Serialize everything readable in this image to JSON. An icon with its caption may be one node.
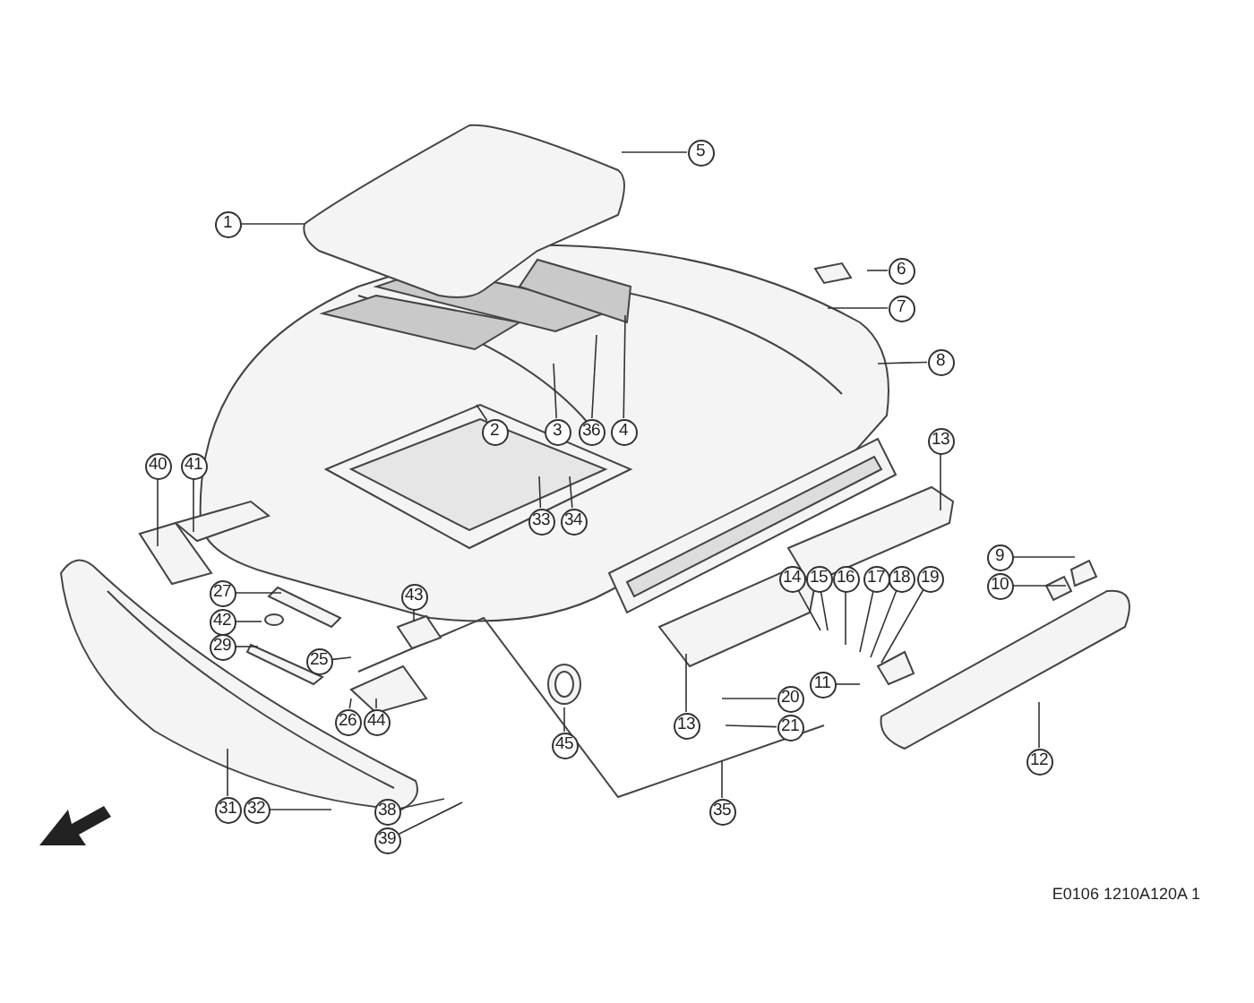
{
  "diagram": {
    "nodes": [
      {
        "text": [
          "1"
        ]
      },
      {
        "text": [
          "5"
        ]
      },
      {
        "text": [
          "6"
        ]
      },
      {
        "text": [
          "7"
        ]
      },
      {
        "text": [
          "8"
        ]
      },
      {
        "text": [
          "2"
        ]
      },
      {
        "text": [
          "3"
        ]
      },
      {
        "text": [
          "36"
        ]
      },
      {
        "text": [
          "4"
        ]
      },
      {
        "text": [
          "13"
        ]
      },
      {
        "text": [
          "40"
        ]
      },
      {
        "text": [
          "41"
        ]
      },
      {
        "text": [
          "33"
        ]
      },
      {
        "text": [
          "34"
        ]
      },
      {
        "text": [
          "9"
        ]
      },
      {
        "text": [
          "14"
        ]
      },
      {
        "text": [
          "15"
        ]
      },
      {
        "text": [
          "16"
        ]
      },
      {
        "text": [
          "17"
        ]
      },
      {
        "text": [
          "18"
        ]
      },
      {
        "text": [
          "19"
        ]
      },
      {
        "text": [
          "10"
        ]
      },
      {
        "text": [
          "27"
        ]
      },
      {
        "text": [
          "43"
        ]
      },
      {
        "text": [
          "42"
        ]
      },
      {
        "text": [
          "29"
        ]
      },
      {
        "text": [
          "25"
        ]
      },
      {
        "text": [
          "11"
        ]
      },
      {
        "text": [
          "20"
        ]
      },
      {
        "text": [
          "26"
        ]
      },
      {
        "text": [
          "44"
        ]
      },
      {
        "text": [
          "13"
        ]
      },
      {
        "text": [
          "45"
        ]
      },
      {
        "text": [
          "21"
        ]
      },
      {
        "text": [
          "12"
        ]
      },
      {
        "text": [
          "31"
        ]
      },
      {
        "text": [
          "32"
        ]
      },
      {
        "text": [
          "38"
        ]
      },
      {
        "text": [
          "35"
        ]
      },
      {
        "text": [
          "39"
        ]
      }
    ],
    "edges": [
      {
        "from": 0,
        "to": null,
        "arrow": "none"
      },
      {
        "from": 1,
        "to": null,
        "arrow": "none"
      },
      {
        "from": 2,
        "to": null,
        "arrow": "none"
      },
      {
        "from": 3,
        "to": null,
        "arrow": "none"
      },
      {
        "from": 4,
        "to": null,
        "arrow": "none"
      },
      {
        "from": 5,
        "to": null,
        "arrow": "none"
      },
      {
        "from": 6,
        "to": null,
        "arrow": "none"
      },
      {
        "from": 7,
        "to": null,
        "arrow": "none"
      },
      {
        "from": 8,
        "to": null,
        "arrow": "none"
      },
      {
        "from": 9,
        "to": null,
        "arrow": "none"
      },
      {
        "from": 10,
        "to": null,
        "arrow": "none"
      },
      {
        "from": 11,
        "to": null,
        "arrow": "none"
      },
      {
        "from": 12,
        "to": null,
        "arrow": "none"
      },
      {
        "from": 13,
        "to": null,
        "arrow": "none"
      },
      {
        "from": 14,
        "to": null,
        "arrow": "none"
      },
      {
        "from": 15,
        "to": null,
        "arrow": "none"
      },
      {
        "from": 16,
        "to": null,
        "arrow": "none"
      },
      {
        "from": 17,
        "to": null,
        "arrow": "none"
      },
      {
        "from": 18,
        "to": null,
        "arrow": "none"
      },
      {
        "from": 19,
        "to": null,
        "arrow": "none"
      },
      {
        "from": 20,
        "to": null,
        "arrow": "none"
      },
      {
        "from": 21,
        "to": null,
        "arrow": "none"
      },
      {
        "from": 22,
        "to": null,
        "arrow": "none"
      },
      {
        "from": 23,
        "to": null,
        "arrow": "none"
      },
      {
        "from": 24,
        "to": null,
        "arrow": "none"
      },
      {
        "from": 25,
        "to": null,
        "arrow": "none"
      },
      {
        "from": 26,
        "to": null,
        "arrow": "none"
      },
      {
        "from": 27,
        "to": null,
        "arrow": "none"
      },
      {
        "from": 28,
        "to": null,
        "arrow": "none"
      },
      {
        "from": 29,
        "to": null,
        "arrow": "none"
      },
      {
        "from": 30,
        "to": null,
        "arrow": "none"
      },
      {
        "from": 31,
        "to": null,
        "arrow": "none"
      },
      {
        "from": 32,
        "to": null,
        "arrow": "none"
      },
      {
        "from": 33,
        "to": null,
        "arrow": "none"
      },
      {
        "from": 34,
        "to": null,
        "arrow": "none"
      },
      {
        "from": 35,
        "to": null,
        "arrow": "none"
      },
      {
        "from": 36,
        "to": null,
        "arrow": "none"
      },
      {
        "from": 37,
        "to": null,
        "arrow": "none"
      },
      {
        "from": 38,
        "to": null,
        "arrow": "none"
      },
      {
        "from": 39,
        "to": null,
        "arrow": "none"
      }
    ],
    "labels": [
      "E0106 1210A120A 1"
    ]
  }
}
